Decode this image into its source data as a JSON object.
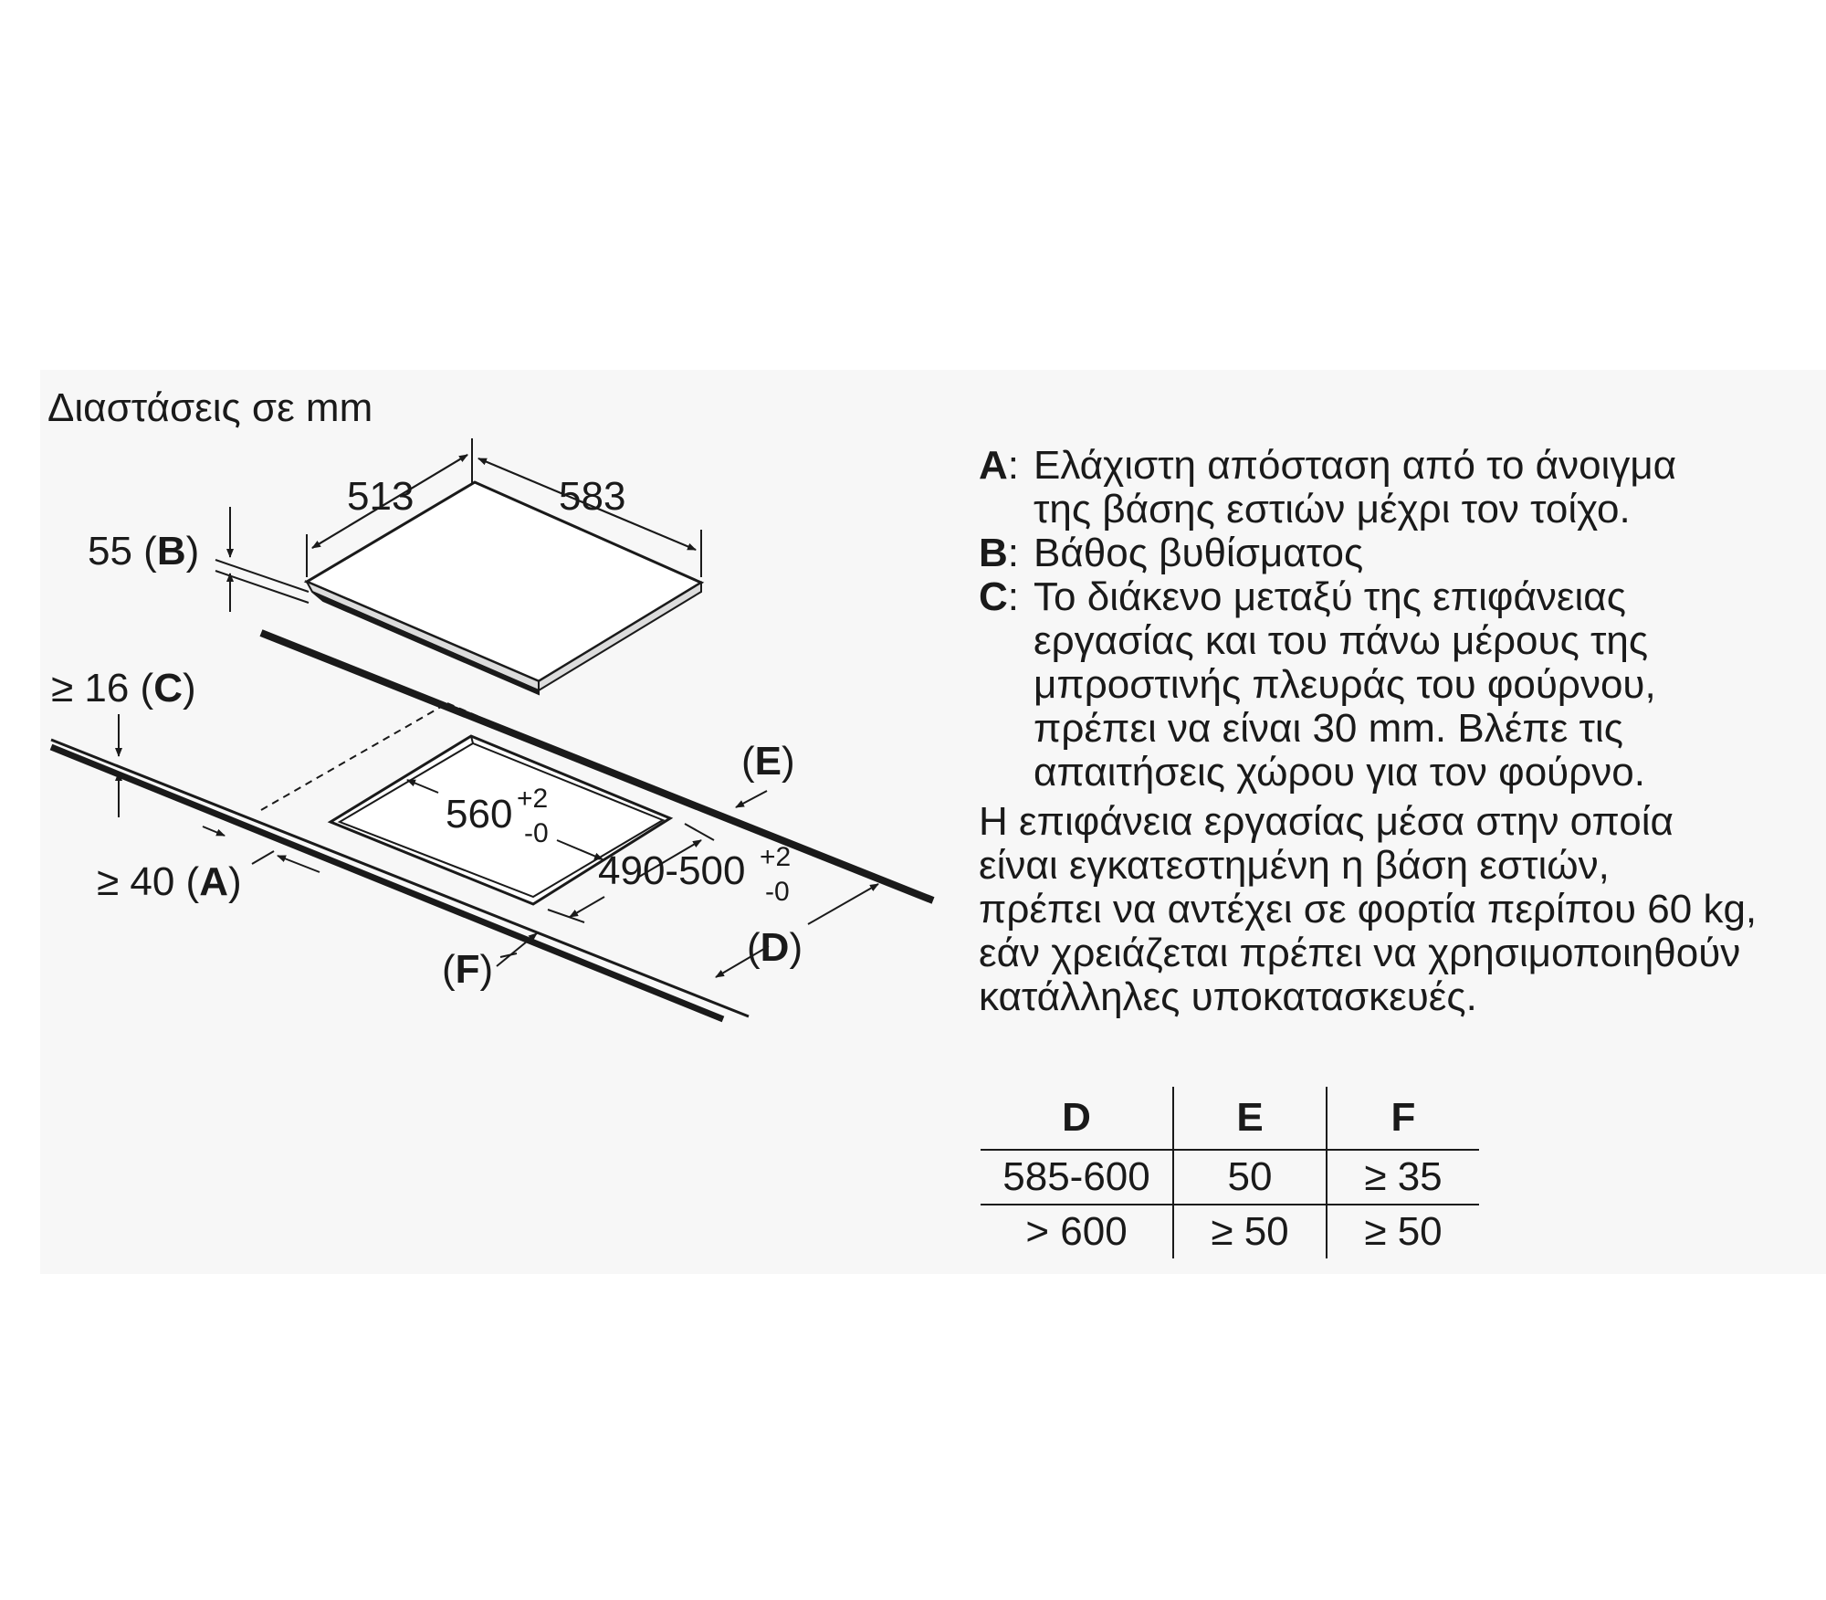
{
  "heading": "Διαστάσεις σε mm",
  "labels": {
    "width_513": "513",
    "depth_583": "583",
    "b_value": "55 (",
    "b_letter": "B",
    "b_close": ")",
    "c_value": "≥ 16 (",
    "c_letter": "C",
    "c_close": ")",
    "a_value": "≥ 40 (",
    "a_letter": "A",
    "a_close": ")",
    "e_open": "(",
    "e_letter": "E",
    "e_close": ")",
    "d_open": "(",
    "d_letter": "D",
    "d_close": ")",
    "f_open": "(",
    "f_letter": "F",
    "f_close": ")",
    "cutout_width": "560",
    "cutout_width_tol_plus": "+2",
    "cutout_width_tol_minus": "-0",
    "cutout_depth": "490-500",
    "cutout_depth_tol_plus": "+2",
    "cutout_depth_tol_minus": "-0"
  },
  "legend": [
    {
      "letter": "A",
      "separator": ": ",
      "lines": [
        "Ελάχιστη απόσταση από το άνοιγμα",
        "της βάσης εστιών μέχρι τον τοίχο."
      ]
    },
    {
      "letter": "B",
      "separator": ": ",
      "lines": [
        "Βάθος βυθίσματος"
      ]
    },
    {
      "letter": "C",
      "separator": ": ",
      "lines": [
        "Το διάκενο μεταξύ της επιφάνειας",
        "εργασίας και του πάνω μέρους της",
        "μπροστινής πλευράς του φούρνου,",
        "πρέπει να είναι 30 mm. Βλέπε τις",
        "απαιτήσεις χώρου για τον φούρνο."
      ]
    }
  ],
  "note_lines": [
    "Η επιφάνεια εργασίας μέσα στην οποία",
    "είναι εγκατεστημένη η βάση εστιών,",
    "πρέπει να αντέχει σε φορτία περίπου 60 kg,",
    "εάν χρειάζεται πρέπει να χρησιμοποιηθούν",
    "κατάλληλες υποκατασκευές."
  ],
  "table": {
    "headers": [
      "D",
      "E",
      "F"
    ],
    "rows": [
      [
        "585-600",
        "50",
        "≥ 35"
      ],
      [
        "> 600",
        "≥ 50",
        "≥ 50"
      ]
    ]
  },
  "colors": {
    "ink": "#1a1a1a",
    "panel": "#f7f7f7"
  }
}
